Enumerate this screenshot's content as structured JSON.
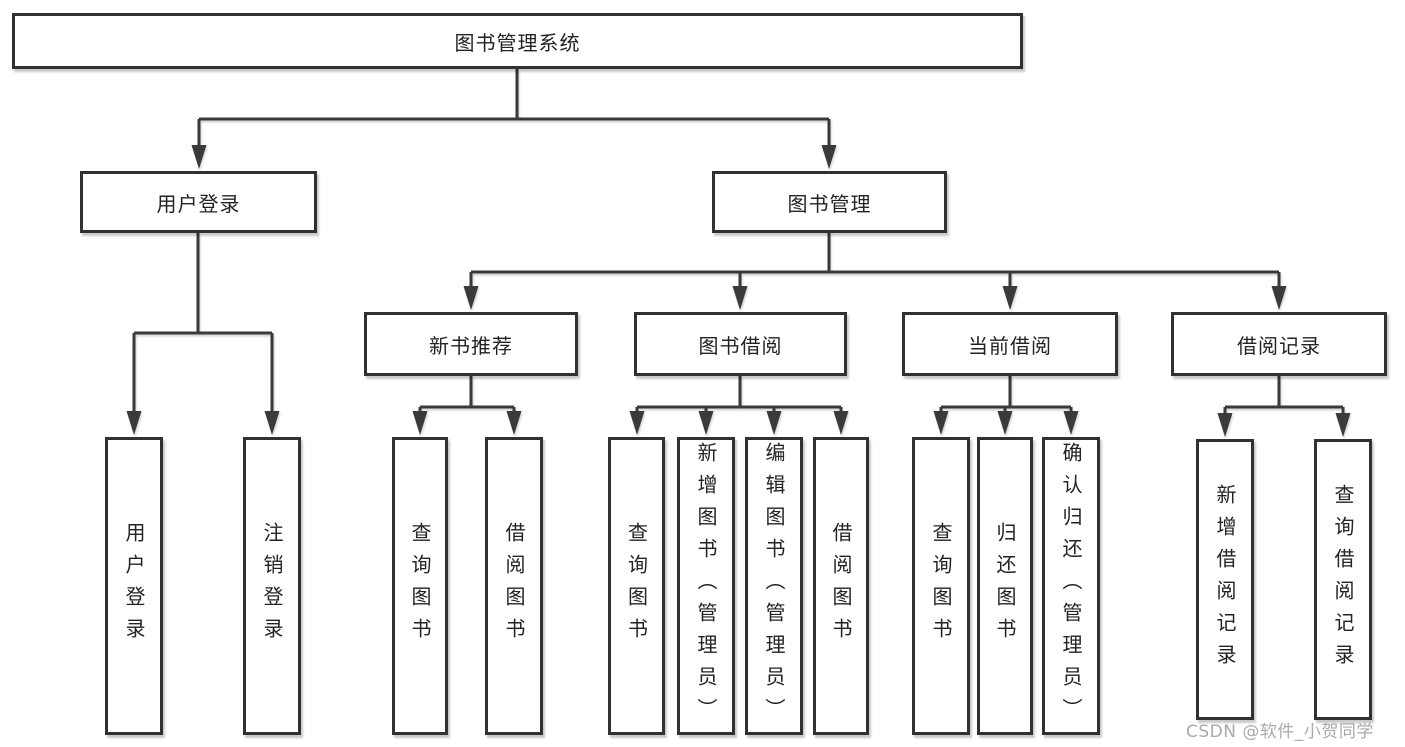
{
  "tree": {
    "root": {
      "label": "图书管理系统",
      "children": [
        {
          "label": "用户登录",
          "children": [
            {
              "label": "用户登录"
            },
            {
              "label": "注销登录"
            }
          ]
        },
        {
          "label": "图书管理",
          "children": [
            {
              "label": "新书推荐",
              "children": [
                {
                  "label": "查询图书"
                },
                {
                  "label": "借阅图书"
                }
              ]
            },
            {
              "label": "图书借阅",
              "children": [
                {
                  "label": "查询图书"
                },
                {
                  "label": "新增图书（管理员）"
                },
                {
                  "label": "编辑图书（管理员）"
                },
                {
                  "label": "借阅图书"
                }
              ]
            },
            {
              "label": "当前借阅",
              "children": [
                {
                  "label": "查询图书"
                },
                {
                  "label": "归还图书"
                },
                {
                  "label": "确认归还（管理员）"
                }
              ]
            },
            {
              "label": "借阅记录",
              "children": [
                {
                  "label": "新增借阅记录"
                },
                {
                  "label": "查询借阅记录"
                }
              ]
            }
          ]
        }
      ]
    }
  },
  "watermark": {
    "text": "CSDN @软件_小贺同学"
  },
  "colors": {
    "line": "#3a3a3a",
    "box_border": "#313131",
    "text": "#232323",
    "watermark": "#a9a9ae",
    "background": "#ffffff"
  }
}
